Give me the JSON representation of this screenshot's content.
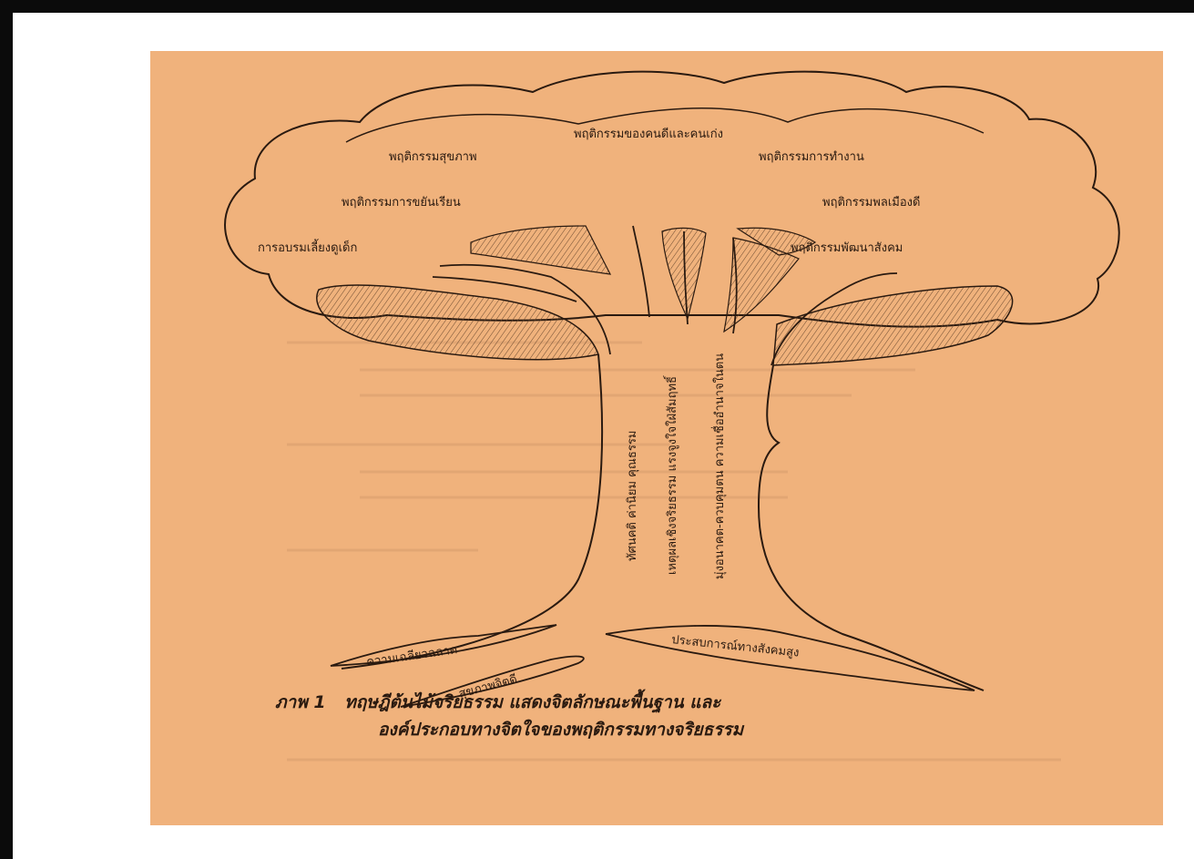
{
  "figure": {
    "crown_labels": [
      "พฤติกรรมของคนดีและคนเก่ง",
      "พฤติกรรมสุขภาพ",
      "พฤติกรรมการทำงาน",
      "พฤติกรรมการขยันเรียน",
      "พฤติกรรมพลเมืองดี",
      "การอบรมเลี้ยงดูเด็ก",
      "พฤติกรรมพัฒนาสังคม"
    ],
    "trunk_labels": [
      "ทัศนคติ ค่านิยม คุณธรรม",
      "เหตุผลเชิงจริยธรรม แรงจูงใจใฝ่สัมฤทธิ์",
      "มุ่งอนาคต-ควบคุมตน ความเชื่ออำนาจในตน"
    ],
    "root_labels": [
      "ความเฉลียวฉลาด",
      "สุขภาพจิตดี",
      "ประสบการณ์ทางสังคมสูง"
    ],
    "caption": {
      "prefix": "ภาพ",
      "number": "1",
      "line1": "ทฤษฎีต้นไม้จริยธรรม แสดงจิตลักษณะพื้นฐาน และ",
      "line2": "องค์ประกอบทางจิตใจของพฤติกรรมทางจริยธรรม"
    }
  }
}
